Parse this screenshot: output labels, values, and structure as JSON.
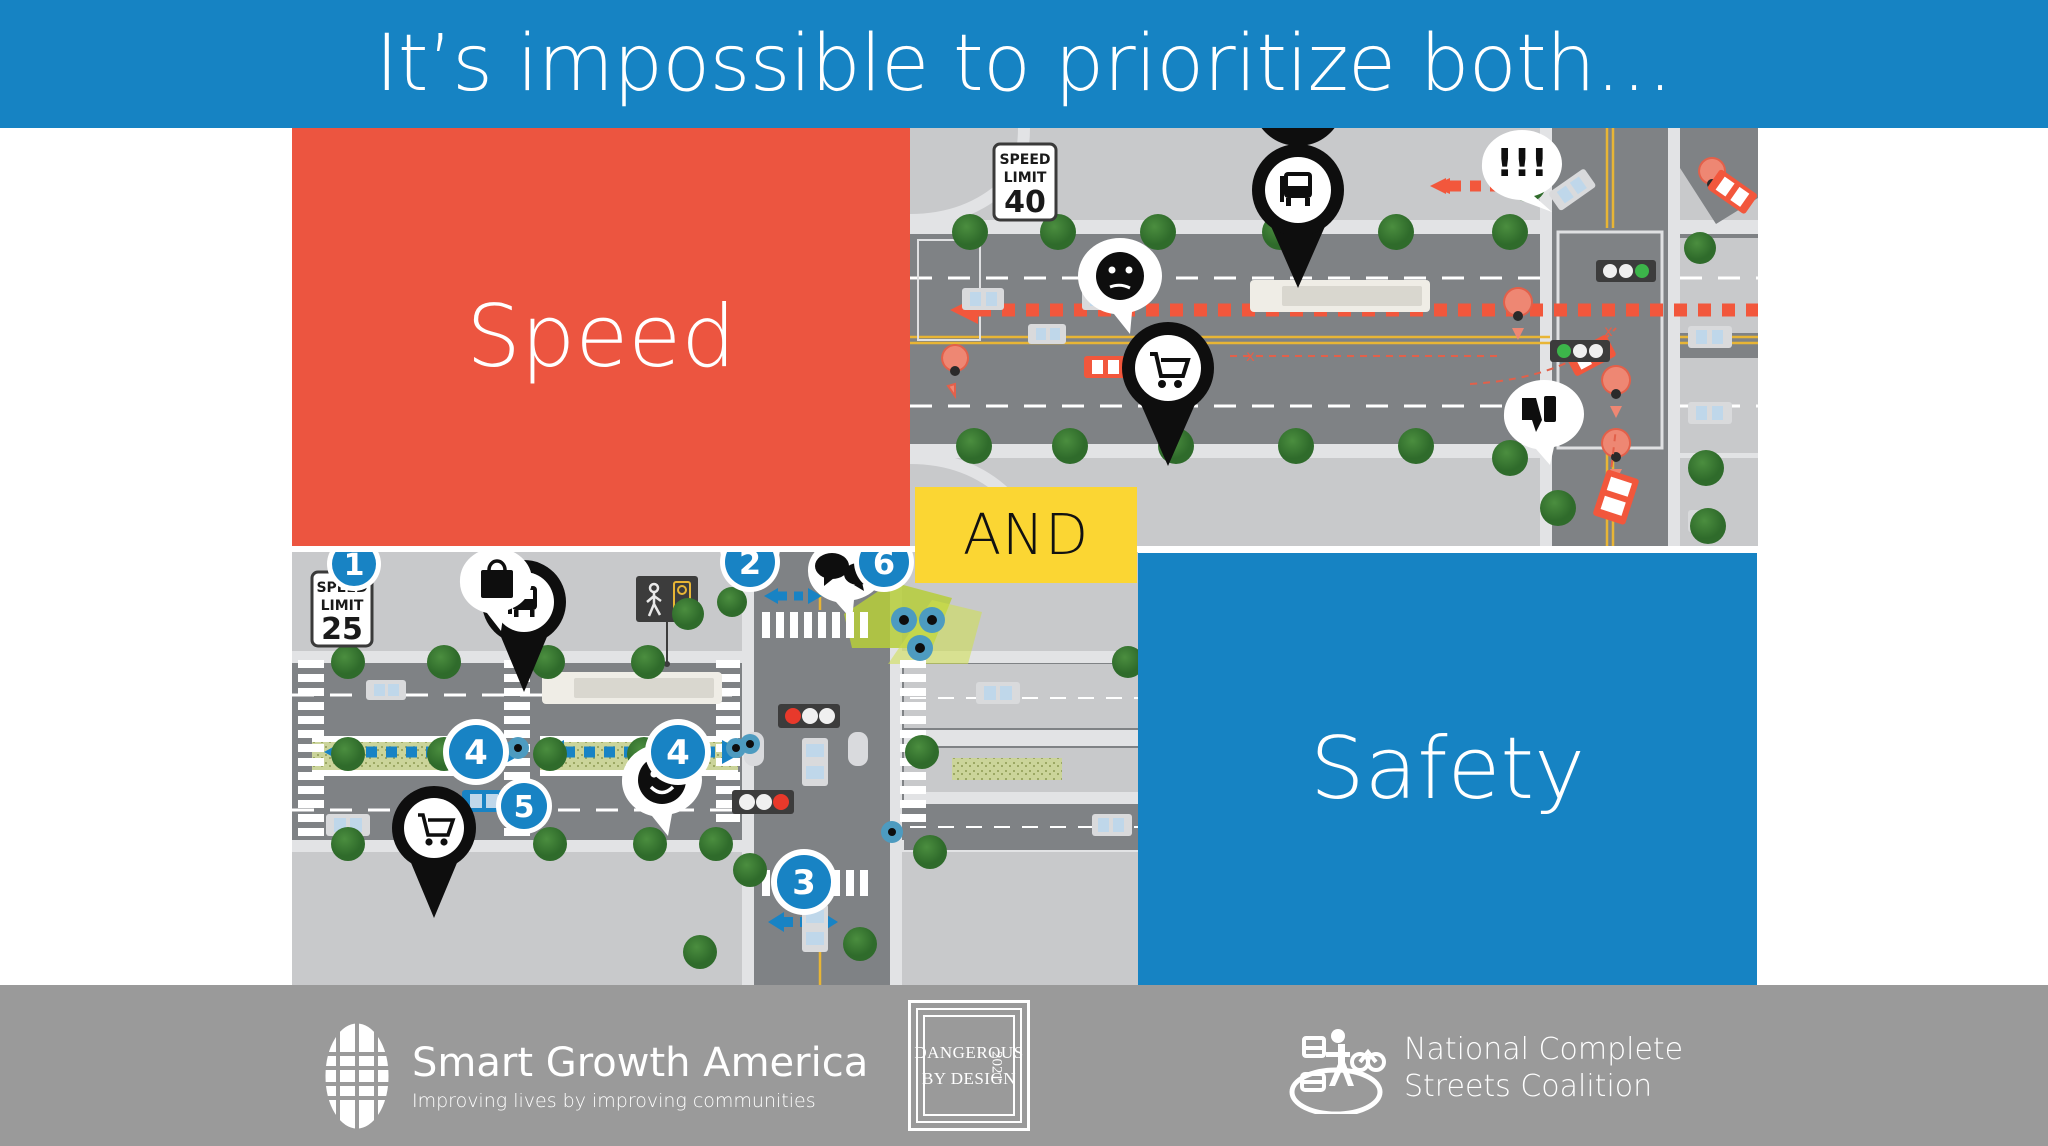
{
  "slide": {
    "title": "It’s impossible to prioritize both…",
    "banner_color": "#1683C3"
  },
  "labels": {
    "speed": "Speed",
    "safety": "Safety",
    "and": "AND",
    "speed_color": "#EC5540",
    "safety_color": "#1683C3",
    "and_color": "#FBD633"
  },
  "map_top": {
    "description": "Dangerous arterial prioritizing vehicle speed",
    "speed_limit_sign": {
      "line1": "SPEED",
      "line2": "LIMIT",
      "value": "40"
    },
    "pins": [
      {
        "name": "bus-stop-pin",
        "icon": "bus-icon"
      },
      {
        "name": "shopping-pin",
        "icon": "shopping-cart-icon"
      }
    ],
    "bubbles": [
      {
        "name": "worried-face-bubble",
        "icon": "neutral-face-icon"
      },
      {
        "name": "alarm-bubble",
        "icon": "exclamation-icon",
        "text": "!!!"
      },
      {
        "name": "thumbs-down-bubble",
        "icon": "thumbs-down-icon"
      }
    ],
    "conflict_markers": 4,
    "traffic_signals": [
      {
        "name": "signal-top",
        "state": "green"
      },
      {
        "name": "signal-bottom",
        "state": "green"
      }
    ],
    "arrow_color": "#F2573C",
    "arrow_style": "dashed-fast"
  },
  "map_bottom": {
    "description": "Complete street prioritizing safety",
    "speed_limit_sign": {
      "line1": "SPEED",
      "line2": "LIMIT",
      "value": "25"
    },
    "badges": [
      {
        "number": "1",
        "name": "badge-1-speed-limit"
      },
      {
        "number": "4",
        "name": "badge-4-left-corridor"
      },
      {
        "number": "4",
        "name": "badge-4-right-corridor"
      },
      {
        "number": "5",
        "name": "badge-5-crossing"
      },
      {
        "number": "2",
        "name": "badge-2-crosswalk"
      },
      {
        "number": "3",
        "name": "badge-3-south-crossing"
      },
      {
        "number": "6",
        "name": "badge-6-plaza"
      }
    ],
    "pins": [
      {
        "name": "bus-stop-pin",
        "icon": "bus-icon"
      },
      {
        "name": "shopping-pin",
        "icon": "shopping-cart-icon"
      }
    ],
    "bubbles": [
      {
        "name": "shopping-bag-bubble",
        "icon": "shopping-bag-icon"
      },
      {
        "name": "happy-face-bubble",
        "icon": "smiley-face-icon"
      },
      {
        "name": "conversation-bubble",
        "icon": "chat-bubbles-icon"
      }
    ],
    "pedestrian_signal_sign": {
      "name": "pedestrian-signal-sign"
    },
    "traffic_signals": [
      {
        "name": "signal-north",
        "state": "red"
      },
      {
        "name": "signal-west",
        "state": "red"
      }
    ],
    "arrow_color": "#1883C4",
    "arrow_style": "dashed-slow"
  },
  "footer": {
    "background": "#9A9A9A",
    "sga": {
      "name": "Smart Growth America",
      "tagline": "Improving lives by improving communities"
    },
    "dbd": {
      "line1": "DANGEROUS",
      "line2": "BY DESIGN",
      "year": "2021"
    },
    "ncsc": {
      "line1": "National Complete",
      "line2": "Streets Coalition"
    }
  }
}
